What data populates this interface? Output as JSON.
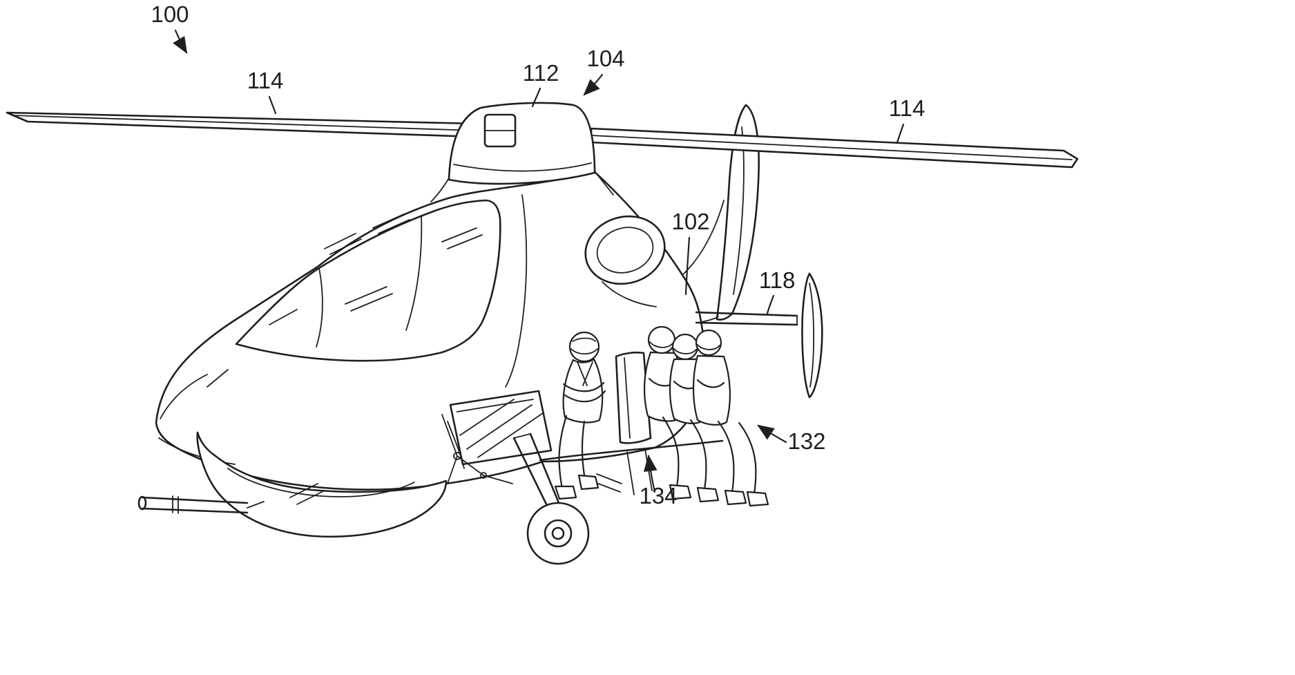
{
  "figure": {
    "background_color": "#ffffff",
    "line_color": "#1f1f1f"
  },
  "labels": [
    {
      "id": "100",
      "text": "100"
    },
    {
      "id": "114-left",
      "text": "114"
    },
    {
      "id": "112",
      "text": "112"
    },
    {
      "id": "104",
      "text": "104"
    },
    {
      "id": "114-right",
      "text": "114"
    },
    {
      "id": "102",
      "text": "102"
    },
    {
      "id": "118",
      "text": "118"
    },
    {
      "id": "132",
      "text": "132"
    },
    {
      "id": "134",
      "text": "134"
    }
  ]
}
